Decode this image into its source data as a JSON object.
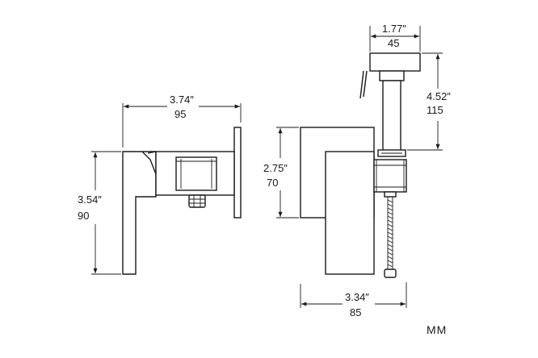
{
  "units": "MM",
  "dimensions": {
    "side_width": {
      "inch": "3.74″",
      "mm": "95"
    },
    "side_height": {
      "inch": "3.54″",
      "mm": "90"
    },
    "front_body_height": {
      "inch": "2.75″",
      "mm": "70"
    },
    "front_width": {
      "inch": "3.34″",
      "mm": "85"
    },
    "spray_width": {
      "inch": "1.77″",
      "mm": "45"
    },
    "spray_height": {
      "inch": "4.52″",
      "mm": "115"
    }
  }
}
